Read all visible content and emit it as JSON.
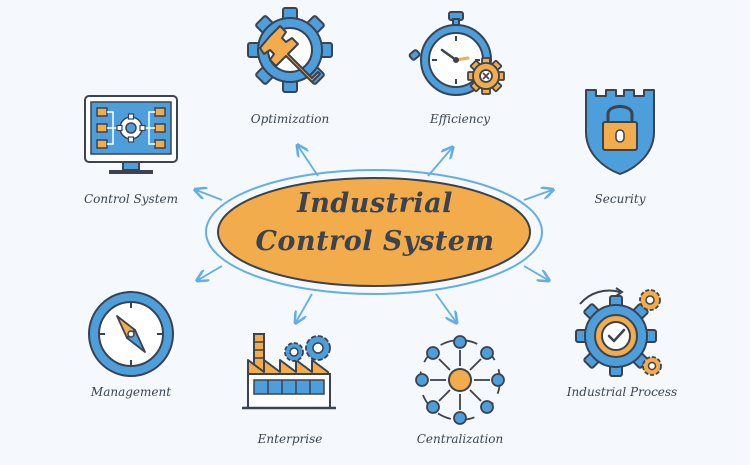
{
  "center": {
    "line1": "Industrial",
    "line2": "Control System"
  },
  "nodes": {
    "optimization": "Optimization",
    "efficiency": "Efficiency",
    "control_system": "Control System",
    "security": "Security",
    "management": "Management",
    "enterprise": "Enterprise",
    "centralization": "Centralization",
    "industrial_process": "Industrial Process"
  },
  "colors": {
    "blue": "#4d9fdc",
    "orange": "#f2ac4c",
    "outline": "#3b4250",
    "arrow": "#62aee6",
    "background": "#f5f8fc"
  },
  "icons": {
    "optimization": "gear-wrench-icon",
    "efficiency": "stopwatch-gear-icon",
    "control_system": "monitor-flowchart-icon",
    "security": "shield-padlock-icon",
    "management": "compass-icon",
    "enterprise": "factory-gears-icon",
    "centralization": "hub-network-icon",
    "industrial_process": "gears-checkmark-icon"
  }
}
